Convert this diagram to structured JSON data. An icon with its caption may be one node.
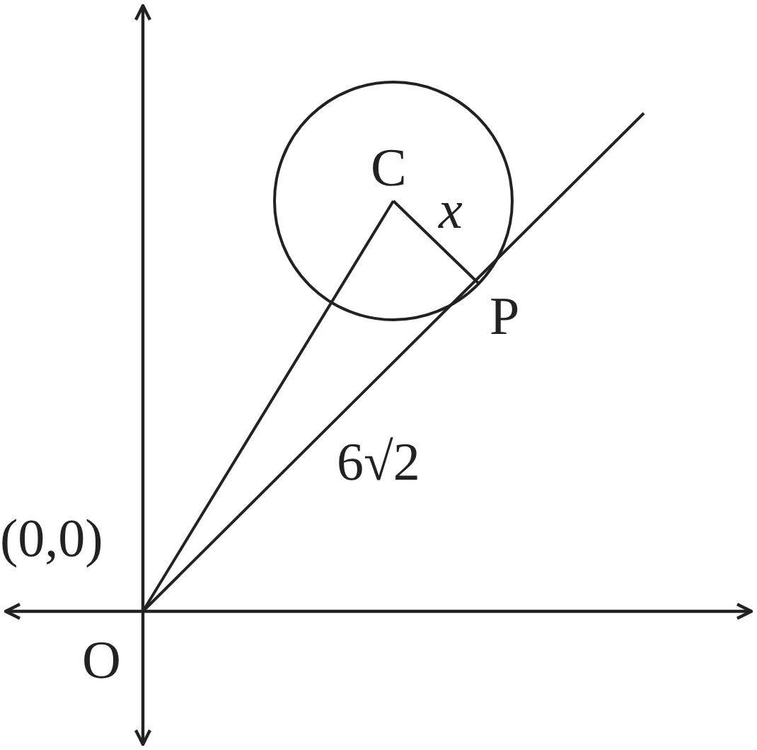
{
  "diagram": {
    "labels": [
      "C",
      "x",
      "P",
      "6√2",
      "(0,0)",
      "O"
    ]
  }
}
